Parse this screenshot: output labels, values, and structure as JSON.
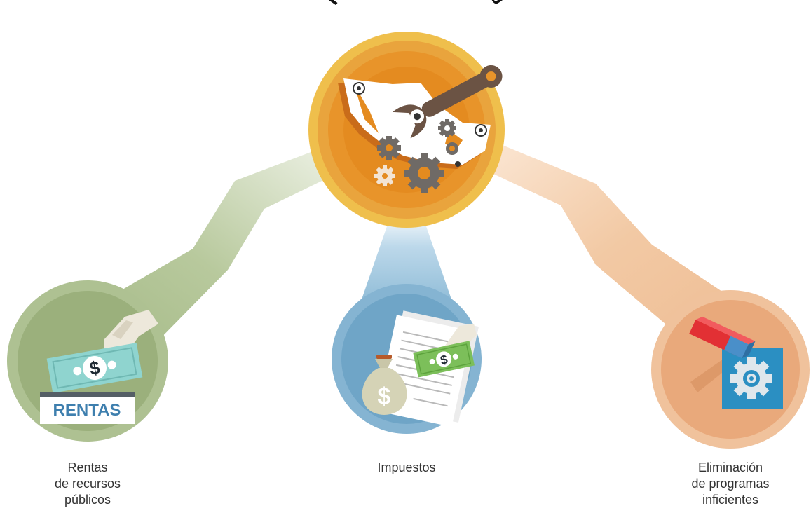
{
  "title": "Financiamiento del IBU",
  "sources": {
    "left": {
      "label_lines": [
        "Rentas",
        "de recursos",
        "públicos"
      ],
      "badge_text": "RENTAS",
      "icon": "cash-deposit-icon",
      "color": "#a9bd8b"
    },
    "center": {
      "label_lines": [
        "Impuestos"
      ],
      "icon": "money-bag-document-icon",
      "color": "#7fb0cf"
    },
    "right": {
      "label_lines": [
        "Eliminación",
        "de programas",
        "inficientes"
      ],
      "icon": "eraser-gear-icon",
      "color": "#f0c49f"
    }
  },
  "hub": {
    "icon": "mexico-map-wrench-gears-icon",
    "color": "#e99a2b"
  }
}
